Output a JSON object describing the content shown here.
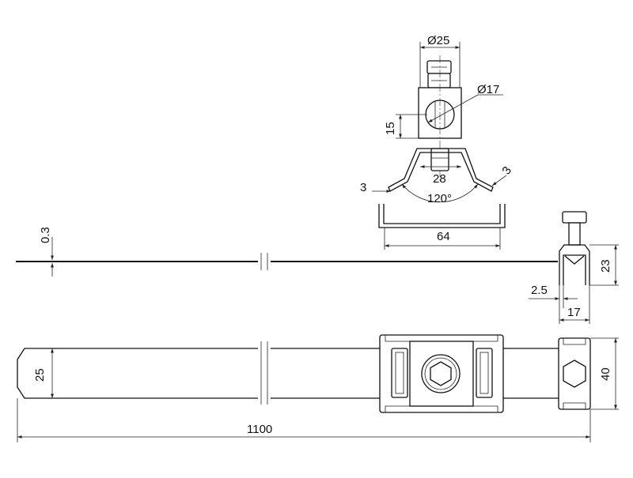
{
  "dimensions": {
    "bolt_diameter": "Ø25",
    "hole_diameter": "Ø17",
    "clamp_height": "15",
    "bracket_width": "28",
    "lip_left": "3",
    "lip_right": "3",
    "angle": "120°",
    "saddle_width": "64",
    "strap_thickness": "0.3",
    "side_height": "23",
    "side_offset": "2.5",
    "side_width": "17",
    "strap_width": "25",
    "total_height": "40",
    "total_length": "1100"
  }
}
